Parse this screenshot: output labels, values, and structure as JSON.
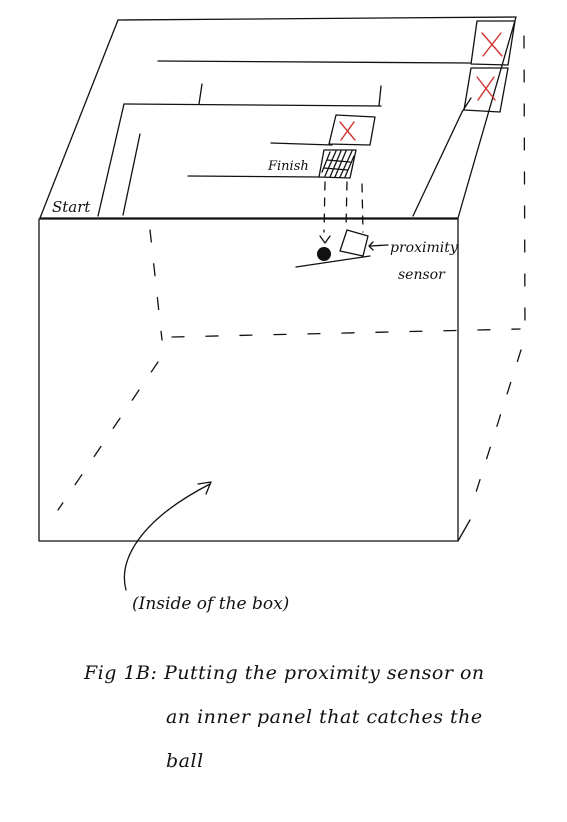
{
  "labels": {
    "start": "Start",
    "finish": "Finish",
    "sensor_line1": "proximity",
    "sensor_line2": "sensor",
    "inside": "(Inside of the box)"
  },
  "caption": {
    "line1": "Fig 1B: Putting the proximity sensor on",
    "line2": "an inner panel that catches the",
    "line3": "ball"
  },
  "colors": {
    "ink": "#111111",
    "x_mark": "#d2322d",
    "background": "#ffffff"
  }
}
